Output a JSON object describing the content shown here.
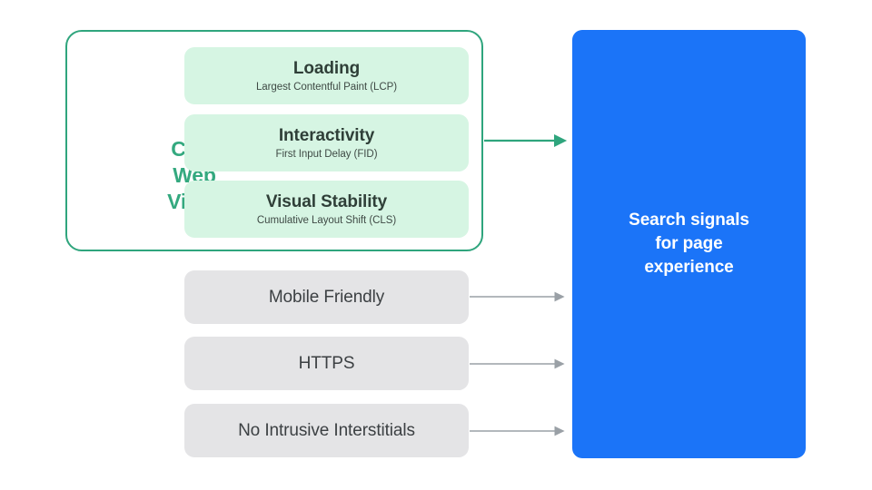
{
  "diagram": {
    "title": "Search signals for page experience",
    "colors": {
      "green_accent": "#34a97f",
      "green_border": "#2fa57d",
      "mint_fill": "#d6f5e3",
      "gray_fill": "#e4e4e6",
      "blue_fill": "#1b74f8",
      "arrow_gray": "#9aa0a6",
      "text_dark": "#3c4043",
      "white": "#ffffff"
    }
  },
  "core_web_vitals": {
    "group_label": "Core\nWeb\nVitals",
    "group_label_lines": [
      "Core",
      "Web",
      "Vitals"
    ],
    "metrics": [
      {
        "title": "Loading",
        "subtitle": "Largest Contentful Paint (LCP)"
      },
      {
        "title": "Interactivity",
        "subtitle": "First Input Delay (FID)"
      },
      {
        "title": "Visual Stability",
        "subtitle": "Cumulative Layout Shift (CLS)"
      }
    ]
  },
  "other_signals": [
    {
      "label": "Mobile Friendly"
    },
    {
      "label": "HTTPS"
    },
    {
      "label": "No Intrusive Interstitials"
    }
  ],
  "outcome": {
    "label": "Search signals\nfor page\nexperience",
    "label_lines": [
      "Search signals",
      "for page",
      "experience"
    ]
  },
  "arrows": {
    "core_web_vitals_arrow": "green-arrow-right",
    "signal_arrows": [
      "gray-arrow-right",
      "gray-arrow-right",
      "gray-arrow-right"
    ]
  }
}
